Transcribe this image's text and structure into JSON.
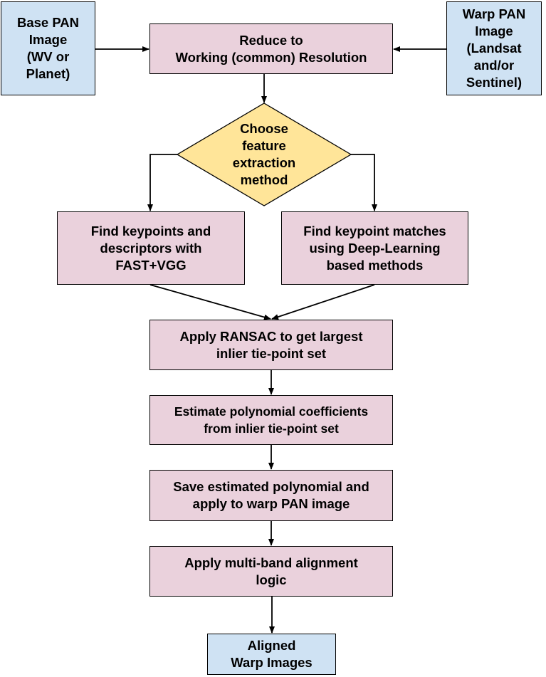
{
  "nodes": {
    "base_pan": "Base PAN\nImage\n(WV or\nPlanet)",
    "warp_pan": "Warp PAN\nImage\n(Landsat\nand/or\nSentinel)",
    "reduce": "Reduce to\nWorking (common) Resolution",
    "choose": "Choose\nfeature\nextraction\nmethod",
    "fast_vgg": "Find keypoints and\ndescriptors with\nFAST+VGG",
    "deep_learning": "Find keypoint matches\nusing Deep-Learning\nbased methods",
    "ransac": "Apply RANSAC to get largest\ninlier tie-point set",
    "estimate": "Estimate polynomial coefficients\nfrom inlier tie-point set",
    "save": "Save estimated polynomial and\napply to warp PAN image",
    "multiband": "Apply multi-band alignment\nlogic",
    "aligned": "Aligned\nWarp Images"
  },
  "colors": {
    "process_fill": "#ead1dc",
    "io_fill": "#cfe2f3",
    "decision_fill": "#ffe599",
    "stroke": "#000000"
  }
}
